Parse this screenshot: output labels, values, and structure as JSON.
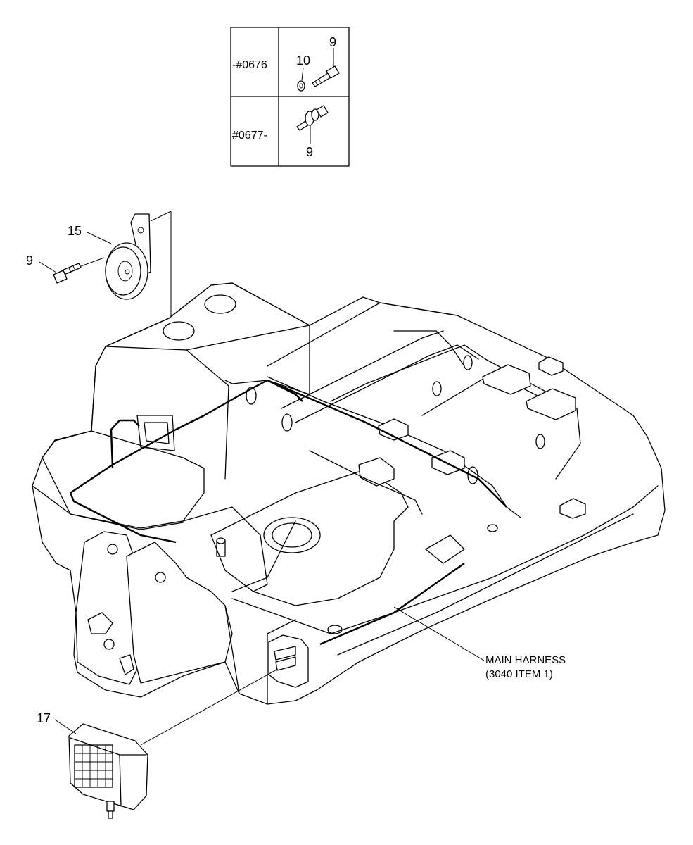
{
  "inset_table": {
    "rows": [
      {
        "serial_range": "-#0676",
        "callouts": [
          "10",
          "9"
        ]
      },
      {
        "serial_range": "#0677-",
        "callouts": [
          "9"
        ]
      }
    ]
  },
  "callouts": {
    "horn_part": "15",
    "horn_bolt": "9",
    "work_light": "17"
  },
  "harness_note": {
    "line1": "MAIN HARNESS",
    "line2": "(3040 ITEM 1)"
  }
}
